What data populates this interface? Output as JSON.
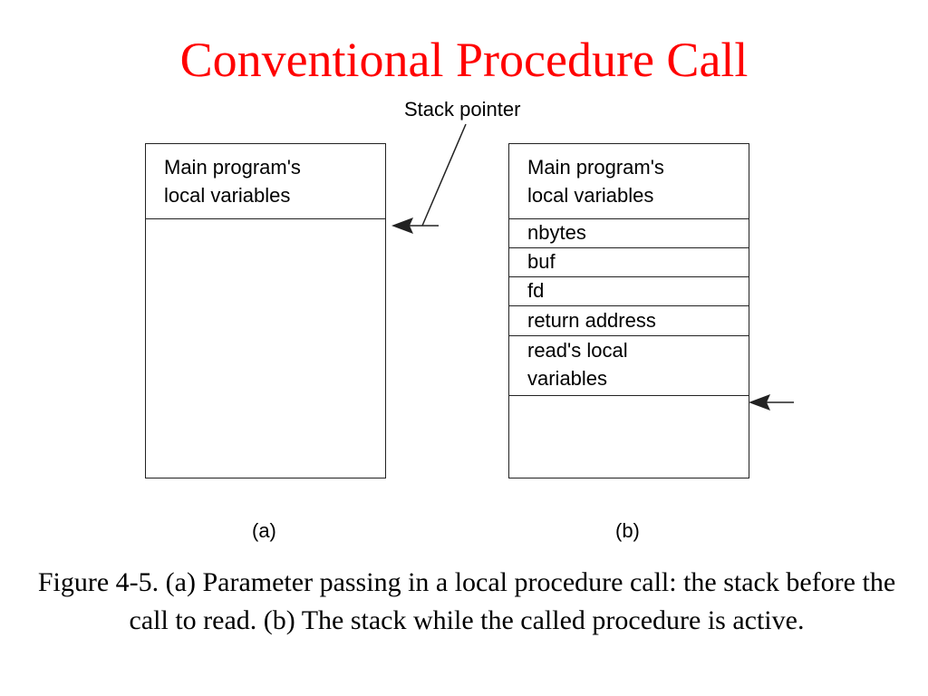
{
  "title": "Conventional Procedure Call",
  "stack_pointer_label": "Stack pointer",
  "stack_a": {
    "label": "(a)",
    "cells": [
      "Main program's local variables"
    ]
  },
  "stack_b": {
    "label": "(b)",
    "cells": [
      "Main program's local variables",
      "nbytes",
      "buf",
      "fd",
      "return address",
      "read's local variables"
    ]
  },
  "caption": "Figure 4-5. (a) Parameter passing in a local procedure call: the stack before the call to read. (b) The stack while the called procedure is active.",
  "colors": {
    "title": "#ff0000",
    "lines": "#222222"
  }
}
